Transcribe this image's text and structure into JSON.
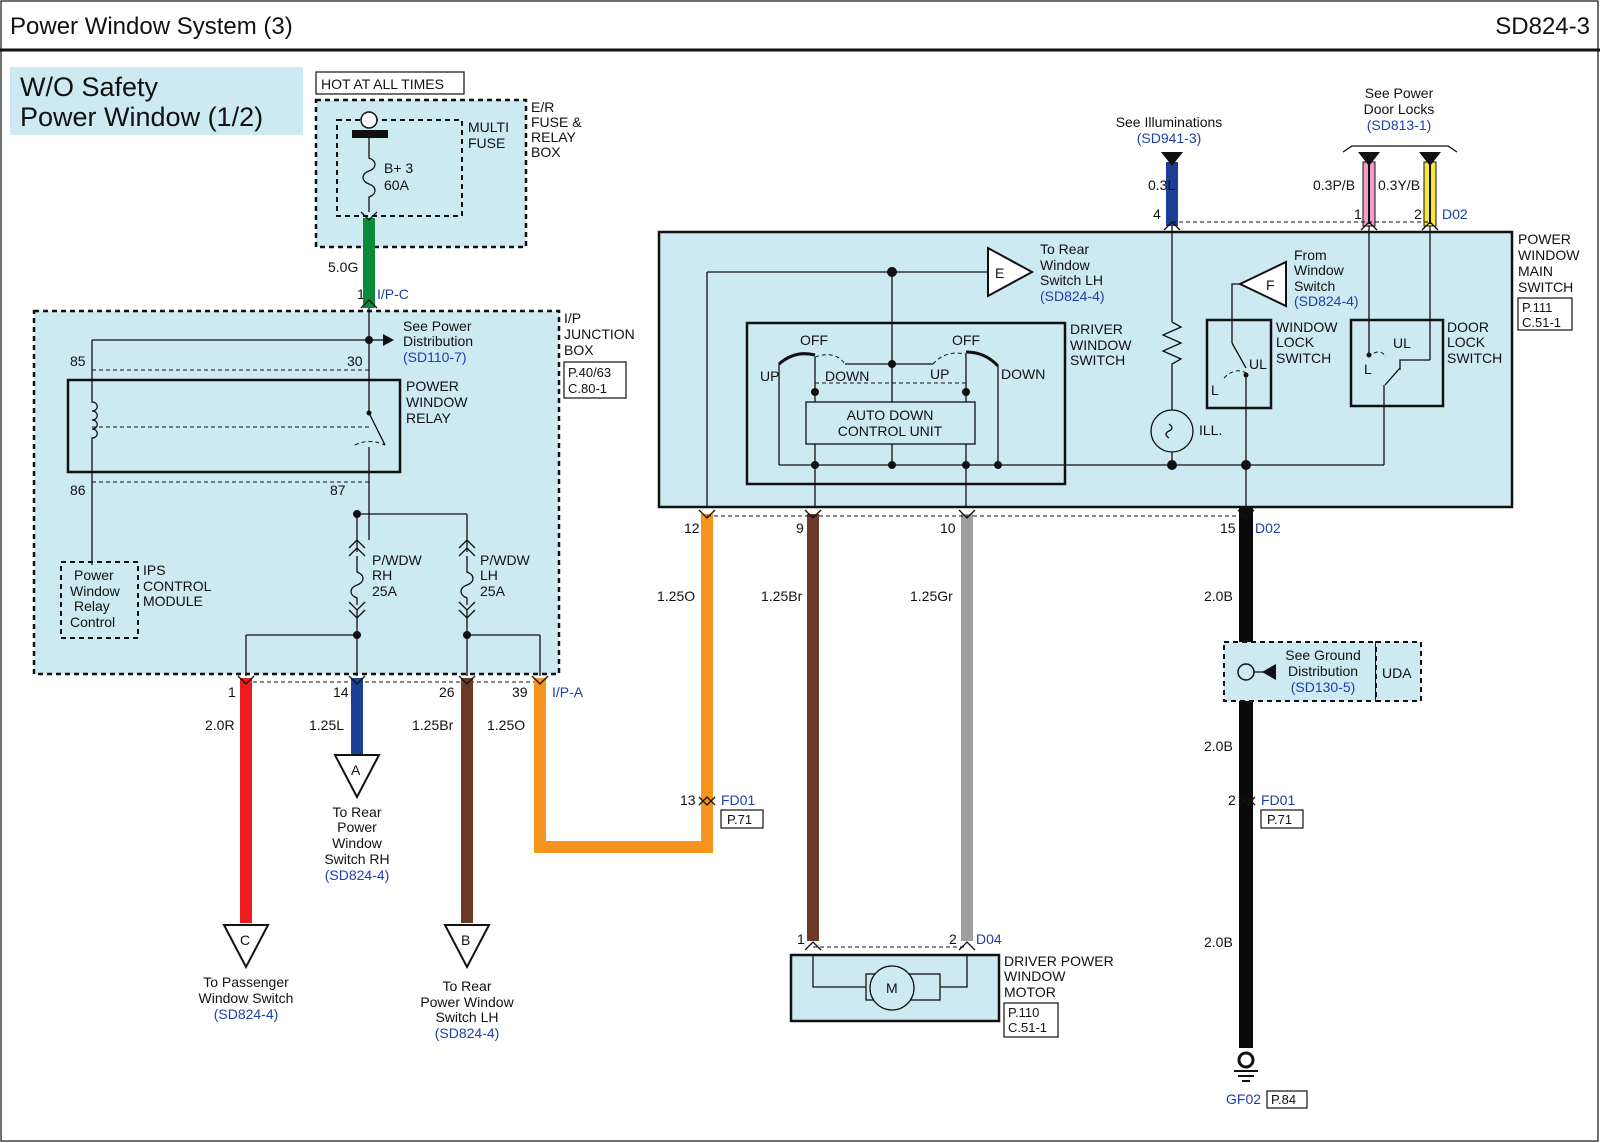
{
  "header": {
    "title": "Power Window System (3)",
    "code": "SD824-3"
  },
  "subtitle": {
    "line1": "W/O Safety",
    "line2": "Power Window (1/2)"
  },
  "fuse_box": {
    "hot": "HOT AT ALL TIMES",
    "name": [
      "E/R",
      "FUSE &",
      "RELAY",
      "BOX"
    ],
    "multi": [
      "MULTI",
      "FUSE"
    ],
    "fuse": [
      "B+ 3",
      "60A"
    ],
    "wire": "5.0G"
  },
  "junction": {
    "pin": "1",
    "conn": "I/P-C",
    "name": [
      "I/P",
      "JUNCTION",
      "BOX"
    ],
    "ref": [
      "P.40/63",
      "C.80-1"
    ],
    "see": [
      "See Power",
      "Distribution"
    ],
    "see_ref": "(SD110-7)",
    "p85": "85",
    "p30": "30",
    "p86": "86",
    "p87": "87",
    "relay": [
      "POWER",
      "WINDOW",
      "RELAY"
    ],
    "fuse_rh": [
      "P/WDW",
      "RH",
      "25A"
    ],
    "fuse_lh": [
      "P/WDW",
      "LH",
      "25A"
    ],
    "ips": [
      "Power",
      "Window",
      "Relay",
      "Control"
    ],
    "ips_mod": [
      "IPS",
      "CONTROL",
      "MODULE"
    ],
    "conn_pa": "I/P-A"
  },
  "outputs": [
    {
      "pin": "1",
      "wire": "2.0R",
      "letter": "C",
      "to": [
        "To Passenger",
        "Window Switch"
      ],
      "ref": "(SD824-4)"
    },
    {
      "pin": "14",
      "wire": "1.25L",
      "letter": "A",
      "to": [
        "To Rear",
        "Power",
        "Window",
        "Switch RH"
      ],
      "ref": "(SD824-4)"
    },
    {
      "pin": "26",
      "wire": "1.25Br",
      "letter": "B",
      "to": [
        "To Rear",
        "Power Window",
        "Switch LH"
      ],
      "ref": "(SD824-4)"
    },
    {
      "pin": "39",
      "wire": "1.25O"
    }
  ],
  "fd01_left": {
    "pin": "13",
    "conn": "FD01",
    "ref": "P.71"
  },
  "main_switch": {
    "name": [
      "POWER",
      "WINDOW",
      "MAIN",
      "SWITCH"
    ],
    "ref": [
      "P.111",
      "C.51-1"
    ],
    "e_letter": "E",
    "e_to": [
      "To Rear",
      "Window",
      "Switch LH"
    ],
    "e_ref": "(SD824-4)",
    "f_letter": "F",
    "f_to": [
      "From",
      "Window",
      "Switch"
    ],
    "f_ref": "(SD824-4)",
    "driver": [
      "DRIVER",
      "WINDOW",
      "SWITCH"
    ],
    "off": "OFF",
    "up": "UP",
    "down": "DOWN",
    "auto": [
      "AUTO DOWN",
      "CONTROL UNIT"
    ],
    "ill": "ILL.",
    "wlock": [
      "WINDOW",
      "LOCK",
      "SWITCH"
    ],
    "dlock": [
      "DOOR",
      "LOCK",
      "SWITCH"
    ],
    "ul": "UL",
    "l": "L",
    "see_ill": "See Illuminations",
    "see_ill_ref": "(SD941-3)",
    "see_dl": [
      "See Power",
      "Door Locks"
    ],
    "see_dl_ref": "(SD813-1)",
    "top_pins": [
      {
        "pin": "4",
        "wire": "0.3L"
      },
      {
        "pin": "1",
        "wire": "0.3P/B"
      },
      {
        "pin": "2",
        "wire": "0.3Y/B"
      }
    ],
    "conn_top": "D02",
    "bottom_pins": [
      {
        "pin": "12",
        "wire": "1.25O"
      },
      {
        "pin": "9",
        "wire": "1.25Br"
      },
      {
        "pin": "10",
        "wire": "1.25Gr"
      },
      {
        "pin": "15",
        "wire": "2.0B"
      }
    ],
    "conn_bottom": "D02"
  },
  "ground": {
    "see": [
      "See Ground",
      "Distribution"
    ],
    "see_ref": "(SD130-5)",
    "uda": "UDA",
    "wire2": "2.0B",
    "pin": "2",
    "conn": "FD01",
    "ref": "P.71",
    "wire3": "2.0B",
    "gname": "GF02",
    "gref": "P.84"
  },
  "motor": {
    "p1": "1",
    "p2": "2",
    "conn": "D04",
    "m": "M",
    "name": [
      "DRIVER POWER",
      "WINDOW",
      "MOTOR"
    ],
    "ref": [
      "P.110",
      "C.51-1"
    ]
  },
  "colors": {
    "green": "#0b8a3a",
    "red": "#ee1c1c",
    "blue": "#1a3f95",
    "brown": "#6b3a26",
    "orange": "#f7941d",
    "gray": "#9e9e9e",
    "black": "#0a0a0a",
    "pink": "#f0a0c8",
    "yellow": "#f5ea3a",
    "panel": "#cde9f2"
  }
}
